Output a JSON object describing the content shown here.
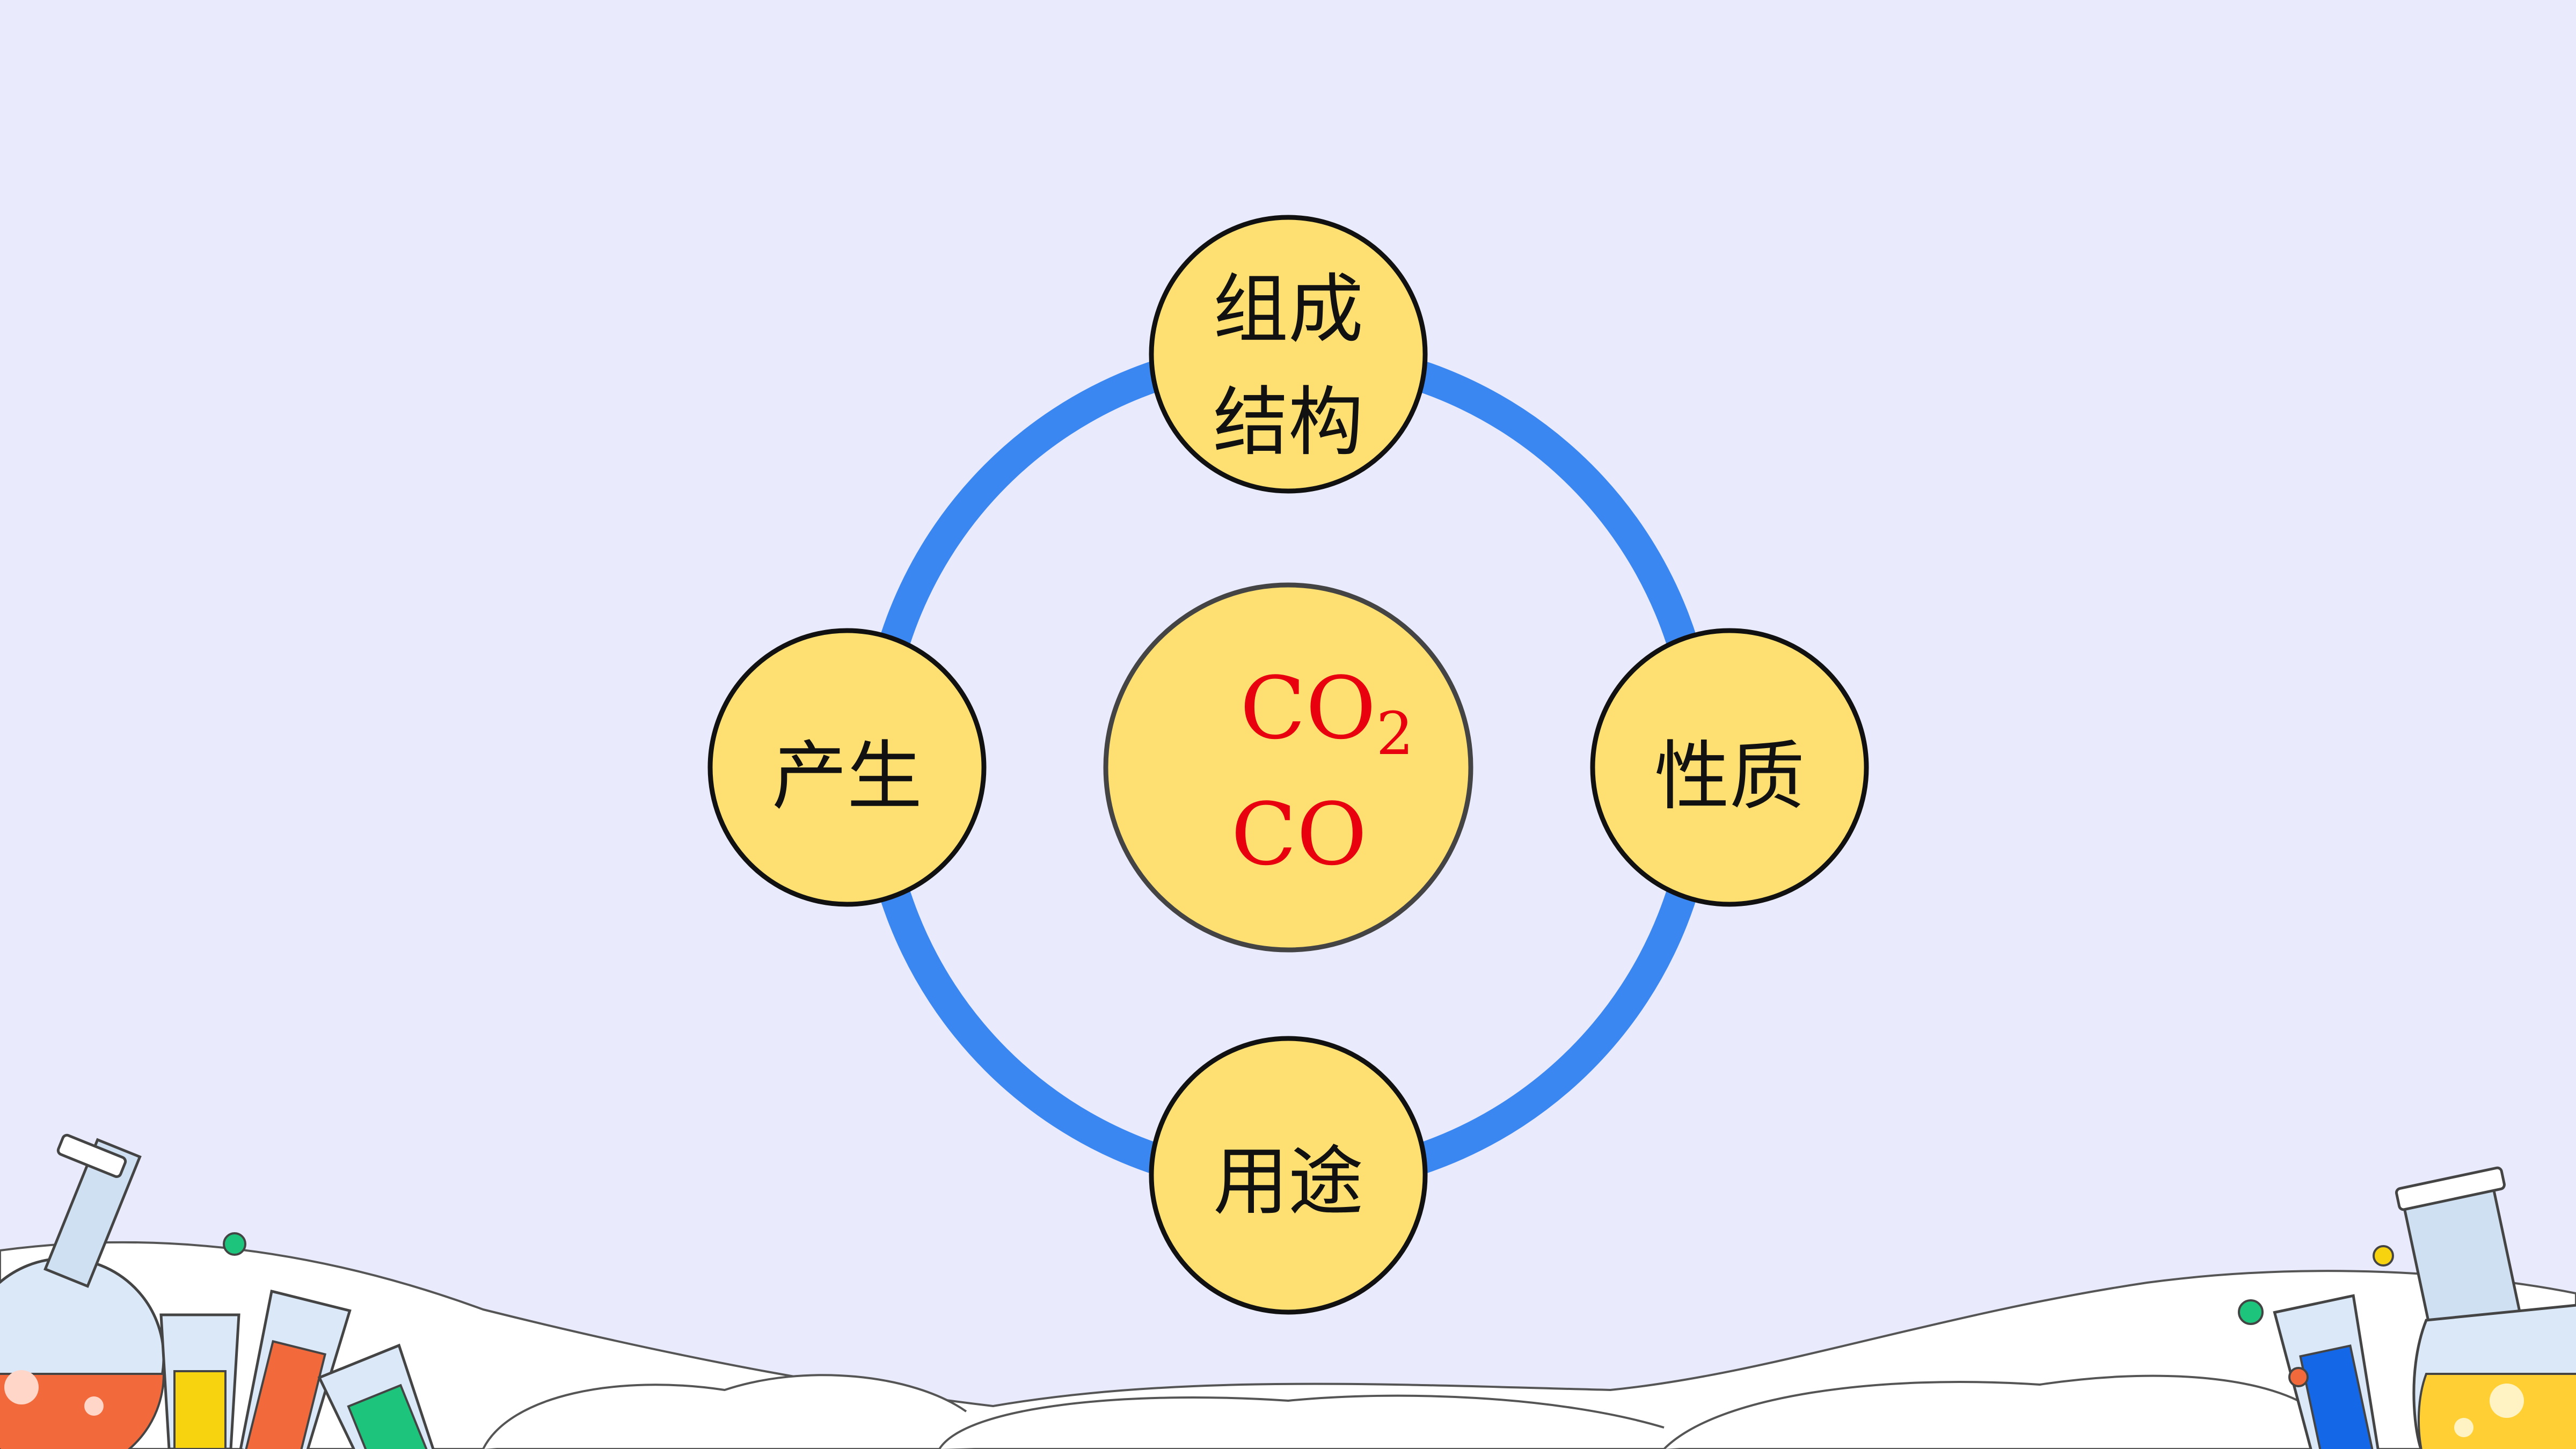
{
  "diagram": {
    "center": {
      "line1_main": "CO",
      "line1_sub": "2",
      "line2": "CO"
    },
    "nodes": [
      {
        "id": "top",
        "lines": [
          "组成",
          "结构"
        ]
      },
      {
        "id": "left",
        "lines": [
          "产生"
        ]
      },
      {
        "id": "right",
        "lines": [
          "性质"
        ]
      },
      {
        "id": "bottom",
        "lines": [
          "用途"
        ]
      }
    ]
  },
  "colors": {
    "background": "#e9ebfd",
    "ring": "#3a87f2",
    "node_fill": "#fde071",
    "node_stroke": "#111111",
    "center_stroke": "#444444",
    "center_text": "#e8000f",
    "node_text": "#111111"
  }
}
